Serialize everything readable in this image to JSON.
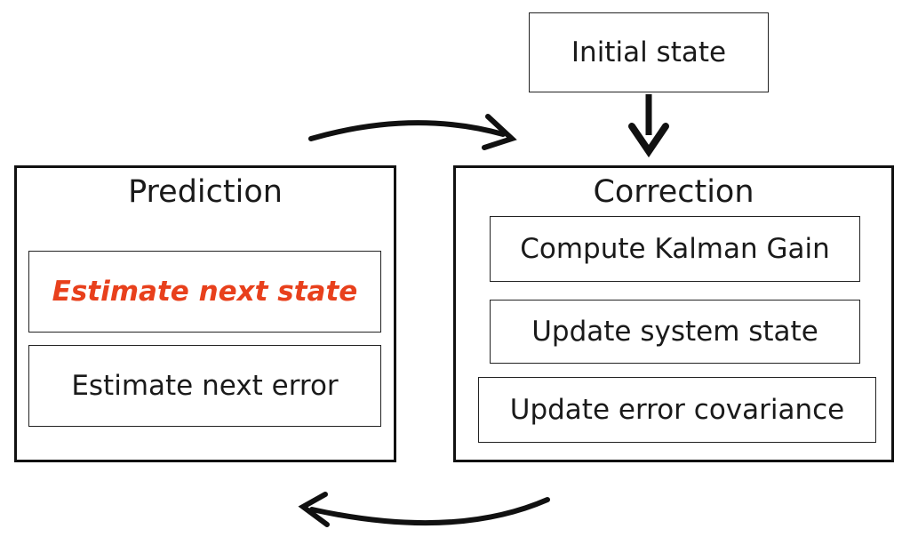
{
  "initial_state": {
    "label": "Initial state"
  },
  "prediction": {
    "title": "Prediction",
    "steps": [
      {
        "label": "Estimate next state"
      },
      {
        "label": "Estimate next error"
      }
    ]
  },
  "correction": {
    "title": "Correction",
    "steps": [
      {
        "label": "Compute Kalman Gain"
      },
      {
        "label": "Update system state"
      },
      {
        "label": "Update error covariance"
      }
    ]
  },
  "colors": {
    "highlight": "#e8401c",
    "stroke": "#111111",
    "text": "#1a1a1a"
  }
}
